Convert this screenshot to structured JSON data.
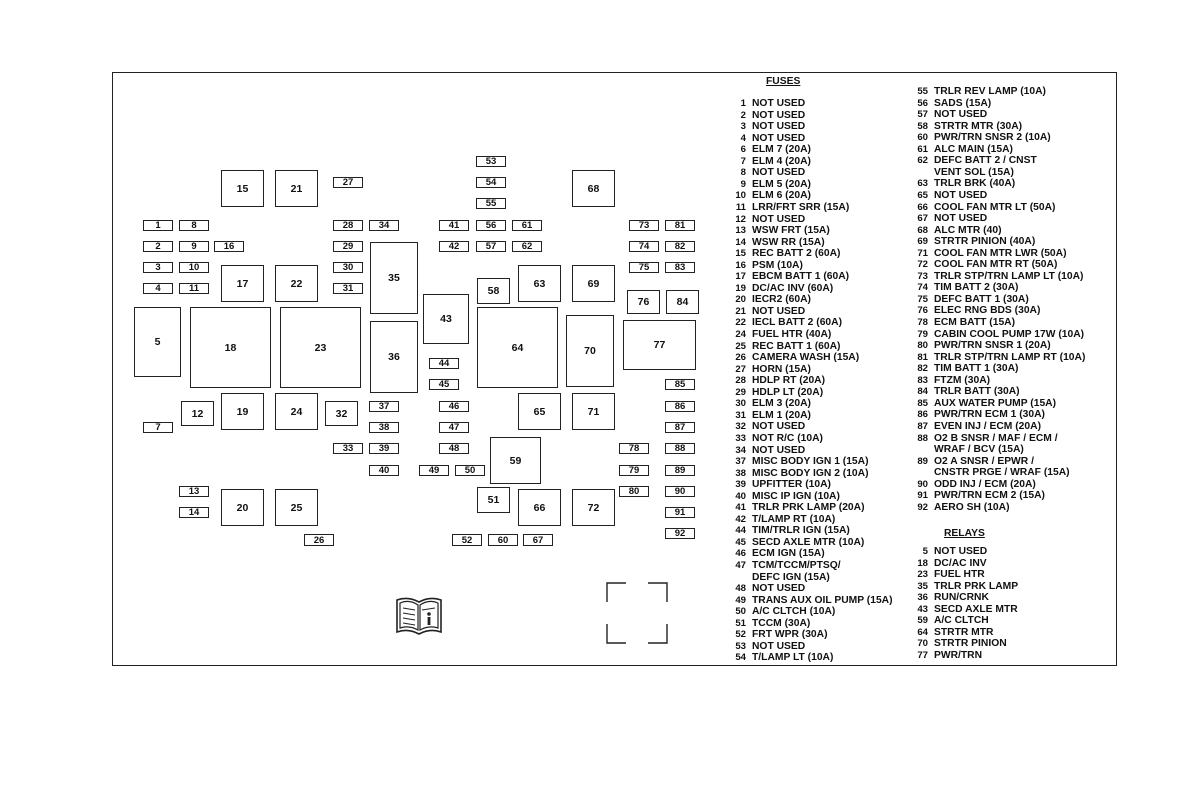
{
  "colors": {
    "line": "#222222",
    "text": "#111111",
    "background": "#ffffff"
  },
  "icons": {
    "manual": "owners-manual-book-icon",
    "corners": "crop-corner-marks"
  },
  "diagram": {
    "boxes": [
      "1",
      "2",
      "3",
      "4",
      "5",
      "7",
      "8",
      "9",
      "10",
      "11",
      "12",
      "13",
      "14",
      "15",
      "16",
      "17",
      "18",
      "19",
      "20",
      "21",
      "22",
      "23",
      "24",
      "25",
      "26",
      "27",
      "28",
      "29",
      "30",
      "31",
      "32",
      "33",
      "34",
      "35",
      "36",
      "37",
      "38",
      "39",
      "40",
      "41",
      "42",
      "43",
      "44",
      "45",
      "46",
      "47",
      "48",
      "49",
      "50",
      "51",
      "52",
      "53",
      "54",
      "55",
      "56",
      "57",
      "58",
      "59",
      "60",
      "61",
      "62",
      "63",
      "64",
      "65",
      "66",
      "67",
      "68",
      "69",
      "70",
      "71",
      "72",
      "73",
      "74",
      "75",
      "76",
      "77",
      "78",
      "79",
      "80",
      "81",
      "82",
      "83",
      "84",
      "85",
      "86",
      "87",
      "88",
      "89",
      "90",
      "91",
      "92"
    ]
  },
  "legend": {
    "fuses_title": "FUSES",
    "fuses_col1": [
      {
        "num": "1",
        "label": "NOT USED"
      },
      {
        "num": "2",
        "label": "NOT USED"
      },
      {
        "num": "3",
        "label": "NOT USED"
      },
      {
        "num": "4",
        "label": "NOT USED"
      },
      {
        "num": "6",
        "label": "ELM 7 (20A)"
      },
      {
        "num": "7",
        "label": "ELM 4 (20A)"
      },
      {
        "num": "8",
        "label": "NOT USED"
      },
      {
        "num": "9",
        "label": "ELM 5 (20A)"
      },
      {
        "num": "10",
        "label": "ELM 6 (20A)"
      },
      {
        "num": "11",
        "label": "LRR/FRT SRR (15A)"
      },
      {
        "num": "12",
        "label": "NOT USED"
      },
      {
        "num": "13",
        "label": "WSW FRT (15A)"
      },
      {
        "num": "14",
        "label": "WSW RR (15A)"
      },
      {
        "num": "15",
        "label": "REC BATT 2 (60A)"
      },
      {
        "num": "16",
        "label": "PSM (10A)"
      },
      {
        "num": "17",
        "label": "EBCM BATT 1 (60A)"
      },
      {
        "num": "19",
        "label": "DC/AC INV (60A)"
      },
      {
        "num": "20",
        "label": "IECR2 (60A)"
      },
      {
        "num": "21",
        "label": "NOT USED"
      },
      {
        "num": "22",
        "label": "IECL BATT 2 (60A)"
      },
      {
        "num": "24",
        "label": "FUEL HTR (40A)"
      },
      {
        "num": "25",
        "label": "REC BATT 1 (60A)"
      },
      {
        "num": "26",
        "label": "CAMERA WASH (15A)"
      },
      {
        "num": "27",
        "label": "HORN (15A)"
      },
      {
        "num": "28",
        "label": "HDLP RT (20A)"
      },
      {
        "num": "29",
        "label": "HDLP LT (20A)"
      },
      {
        "num": "30",
        "label": "ELM 3 (20A)"
      },
      {
        "num": "31",
        "label": "ELM 1 (20A)"
      },
      {
        "num": "32",
        "label": "NOT USED"
      },
      {
        "num": "33",
        "label": "NOT R/C (10A)"
      },
      {
        "num": "34",
        "label": "NOT USED"
      },
      {
        "num": "37",
        "label": "MISC BODY IGN 1 (15A)"
      },
      {
        "num": "38",
        "label": "MISC BODY IGN 2 (10A)"
      },
      {
        "num": "39",
        "label": "UPFITTER (10A)"
      },
      {
        "num": "40",
        "label": "MISC IP IGN (10A)"
      },
      {
        "num": "41",
        "label": "TRLR PRK LAMP (20A)"
      },
      {
        "num": "42",
        "label": "T/LAMP RT (10A)"
      },
      {
        "num": "44",
        "label": "TIM/TRLR IGN (15A)"
      },
      {
        "num": "45",
        "label": "SECD AXLE MTR (10A)"
      },
      {
        "num": "46",
        "label": "ECM IGN (15A)"
      },
      {
        "num": "47",
        "label": "TCM/TCCM/PTSQ/"
      },
      {
        "num": "",
        "label": "DEFC IGN (15A)"
      },
      {
        "num": "48",
        "label": "NOT USED"
      },
      {
        "num": "49",
        "label": "TRANS AUX OIL PUMP (15A)"
      },
      {
        "num": "50",
        "label": "A/C CLTCH (10A)"
      },
      {
        "num": "51",
        "label": "TCCM (30A)"
      },
      {
        "num": "52",
        "label": "FRT WPR (30A)"
      },
      {
        "num": "53",
        "label": "NOT USED"
      },
      {
        "num": "54",
        "label": "T/LAMP LT (10A)"
      }
    ],
    "fuses_col2": [
      {
        "num": "55",
        "label": "TRLR REV LAMP (10A)"
      },
      {
        "num": "56",
        "label": "SADS (15A)"
      },
      {
        "num": "57",
        "label": "NOT USED"
      },
      {
        "num": "58",
        "label": "STRTR MTR (30A)"
      },
      {
        "num": "60",
        "label": "PWR/TRN SNSR 2 (10A)"
      },
      {
        "num": "61",
        "label": "ALC MAIN (15A)"
      },
      {
        "num": "62",
        "label": "DEFC BATT 2 / CNST"
      },
      {
        "num": "",
        "label": "VENT SOL (15A)"
      },
      {
        "num": "63",
        "label": "TRLR BRK (40A)"
      },
      {
        "num": "65",
        "label": "NOT USED"
      },
      {
        "num": "66",
        "label": "COOL FAN MTR LT (50A)"
      },
      {
        "num": "67",
        "label": "NOT USED"
      },
      {
        "num": "68",
        "label": "ALC MTR (40)"
      },
      {
        "num": "69",
        "label": "STRTR PINION (40A)"
      },
      {
        "num": "71",
        "label": "COOL FAN MTR LWR (50A)"
      },
      {
        "num": "72",
        "label": "COOL FAN MTR RT (50A)"
      },
      {
        "num": "73",
        "label": "TRLR STP/TRN LAMP LT (10A)"
      },
      {
        "num": "74",
        "label": "TIM BATT 2 (30A)"
      },
      {
        "num": "75",
        "label": "DEFC BATT 1 (30A)"
      },
      {
        "num": "76",
        "label": "ELEC RNG BDS (30A)"
      },
      {
        "num": "78",
        "label": "ECM BATT (15A)"
      },
      {
        "num": "79",
        "label": "CABIN COOL PUMP 17W (10A)"
      },
      {
        "num": "80",
        "label": "PWR/TRN SNSR 1 (20A)"
      },
      {
        "num": "81",
        "label": "TRLR STP/TRN LAMP RT (10A)"
      },
      {
        "num": "82",
        "label": "TIM BATT 1 (30A)"
      },
      {
        "num": "83",
        "label": "FTZM (30A)"
      },
      {
        "num": "84",
        "label": "TRLR BATT (30A)"
      },
      {
        "num": "85",
        "label": "AUX WATER PUMP (15A)"
      },
      {
        "num": "86",
        "label": "PWR/TRN ECM 1 (30A)"
      },
      {
        "num": "87",
        "label": "EVEN INJ / ECM (20A)"
      },
      {
        "num": "88",
        "label": "O2 B SNSR / MAF / ECM /"
      },
      {
        "num": "",
        "label": "WRAF / BCV (15A)"
      },
      {
        "num": "89",
        "label": "O2 A SNSR / EPWR /"
      },
      {
        "num": "",
        "label": "CNSTR PRGE / WRAF (15A)"
      },
      {
        "num": "90",
        "label": "ODD INJ / ECM (20A)"
      },
      {
        "num": "91",
        "label": "PWR/TRN ECM 2 (15A)"
      },
      {
        "num": "92",
        "label": "AERO SH (10A)"
      }
    ],
    "relays_title": "RELAYS",
    "relays": [
      {
        "num": "5",
        "label": "NOT USED"
      },
      {
        "num": "18",
        "label": "DC/AC INV"
      },
      {
        "num": "23",
        "label": "FUEL HTR"
      },
      {
        "num": "35",
        "label": "TRLR PRK LAMP"
      },
      {
        "num": "36",
        "label": "RUN/CRNK"
      },
      {
        "num": "43",
        "label": "SECD AXLE MTR"
      },
      {
        "num": "59",
        "label": "A/C CLTCH"
      },
      {
        "num": "64",
        "label": "STRTR MTR"
      },
      {
        "num": "70",
        "label": "STRTR PINION"
      },
      {
        "num": "77",
        "label": "PWR/TRN"
      }
    ]
  }
}
